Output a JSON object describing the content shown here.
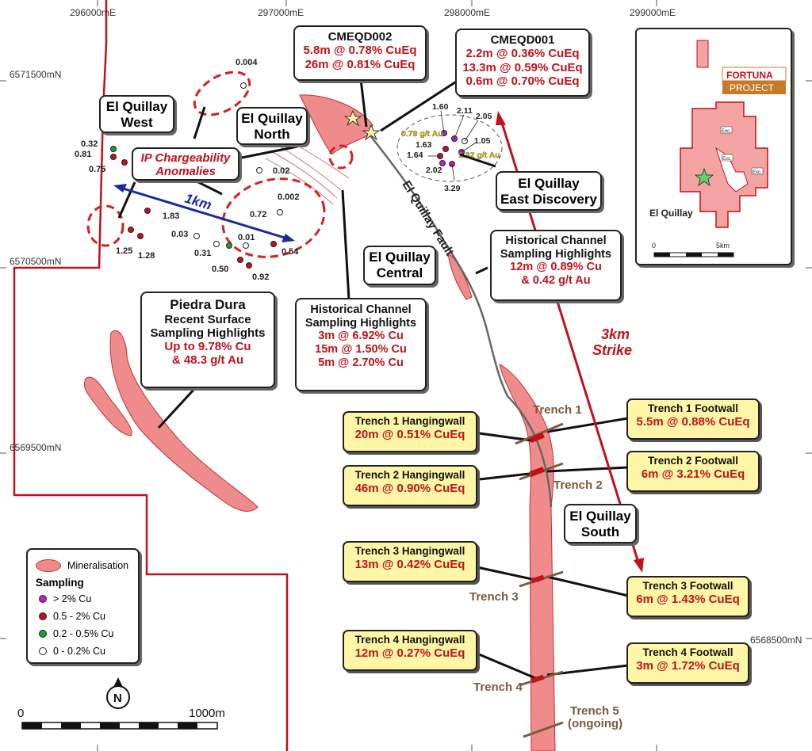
{
  "grid": {
    "easting": [
      "296000mE",
      "297000mE",
      "298000mE",
      "299000mE"
    ],
    "northing": [
      "6571500mN",
      "6570500mN",
      "6569500mN",
      "6568500mN"
    ]
  },
  "labels": {
    "el_quillay_west": [
      "El Quillay",
      "West"
    ],
    "el_quillay_north": [
      "El Quillay",
      "North"
    ],
    "el_quillay_central": [
      "El Quillay",
      "Central"
    ],
    "el_quillay_east": [
      "El Quillay",
      "East Discovery"
    ],
    "el_quillay_south": [
      "El Quillay",
      "South"
    ],
    "ip_anomalies": [
      "IP Chargeability",
      "Anomalies"
    ],
    "one_km": "1km",
    "strike": [
      "3km",
      "Strike"
    ],
    "fault": "El Quillay Fault",
    "au_1": "0.79 g/t Au",
    "au_2": "1.32 g/t Au"
  },
  "drill_callouts": {
    "cmeqd002": {
      "title": "CMEQD002",
      "lines": [
        "5.8m @ 0.78% CuEq",
        "26m @ 0.81% CuEq"
      ]
    },
    "cmeqd001": {
      "title": "CMEQD001",
      "lines": [
        "2.2m @ 0.36% CuEq",
        "13.3m @ 0.59% CuEq",
        "0.6m @ 0.70% CuEq"
      ]
    }
  },
  "channel_callouts": {
    "east": {
      "title": [
        "Historical Channel",
        "Sampling Highlights"
      ],
      "lines": [
        "12m @ 0.89% Cu",
        "& 0.42 g/t Au"
      ]
    },
    "center": {
      "title": [
        "Historical Channel",
        "Sampling Highlights"
      ],
      "lines": [
        "3m @ 6.92% Cu",
        "15m @ 1.50% Cu",
        "5m @ 2.70% Cu"
      ]
    },
    "piedra": {
      "title": [
        "Piedra Dura",
        "Recent Surface",
        "Sampling Highlights"
      ],
      "lines": [
        "Up to 9.78% Cu",
        "& 48.3 g/t Au"
      ]
    }
  },
  "trenches": {
    "t1_hw": {
      "h": "Trench 1 Hangingwall",
      "v": "20m @ 0.51% CuEq"
    },
    "t1_fw": {
      "h": "Trench 1 Footwall",
      "v": "5.5m @ 0.88% CuEq"
    },
    "t2_hw": {
      "h": "Trench 2 Hangingwall",
      "v": "46m @ 0.90% CuEq"
    },
    "t2_fw": {
      "h": "Trench 2 Footwall",
      "v": "6m @ 3.21% CuEq"
    },
    "t3_hw": {
      "h": "Trench 3 Hangingwall",
      "v": "13m @ 0.42% CuEq"
    },
    "t3_fw": {
      "h": "Trench 3 Footwall",
      "v": "6m @ 1.43% CuEq"
    },
    "t4_hw": {
      "h": "Trench 4 Hangingwall",
      "v": "12m @ 0.27% CuEq"
    },
    "t4_fw": {
      "h": "Trench 4 Footwall",
      "v": "3m @ 1.72% CuEq"
    },
    "names": [
      "Trench 1",
      "Trench 2",
      "Trench 3",
      "Trench 4",
      "Trench 5",
      "(ongoing)"
    ]
  },
  "samples": {
    "west_values": [
      "0.004",
      "0.32",
      "0.81",
      "0.75",
      "0.02",
      "1.83",
      "0.002",
      "0.72",
      "0.03",
      "0.31",
      "0.01",
      "1.25",
      "1.28",
      "0.50",
      "0.92",
      "0.54"
    ],
    "east_values": [
      "1.60",
      "2.11",
      "2.05",
      "1.63",
      "1.05",
      "1.64",
      "2.02",
      "3.29"
    ]
  },
  "legend": {
    "mineralisation": "Mineralisation",
    "sampling": "Sampling",
    "items": [
      {
        "label": "> 2% Cu",
        "color": "#c21ec9"
      },
      {
        "label": "0.5 - 2% Cu",
        "color": "#c0121b"
      },
      {
        "label": "0.2 - 0.5% Cu",
        "color": "#18a035"
      },
      {
        "label": "0 - 0.2% Cu",
        "color": "#ffffff"
      }
    ]
  },
  "scale": {
    "start": "0",
    "end": "1000m",
    "north": "N"
  },
  "inset": {
    "brand_line1": "FORTUNA",
    "brand_line2": "PROJECT",
    "place": "El Quillay",
    "scale_start": "0",
    "scale_end": "5km",
    "exc": "Exc."
  },
  "colors": {
    "mineralisation": "#f08b8b",
    "redline": "#c0121b",
    "anomaly": "#d42020",
    "blue_arrow": "#1a2a9a",
    "callout_yellow": "#fdf6a6",
    "trench_label": "#7a5a3a"
  }
}
